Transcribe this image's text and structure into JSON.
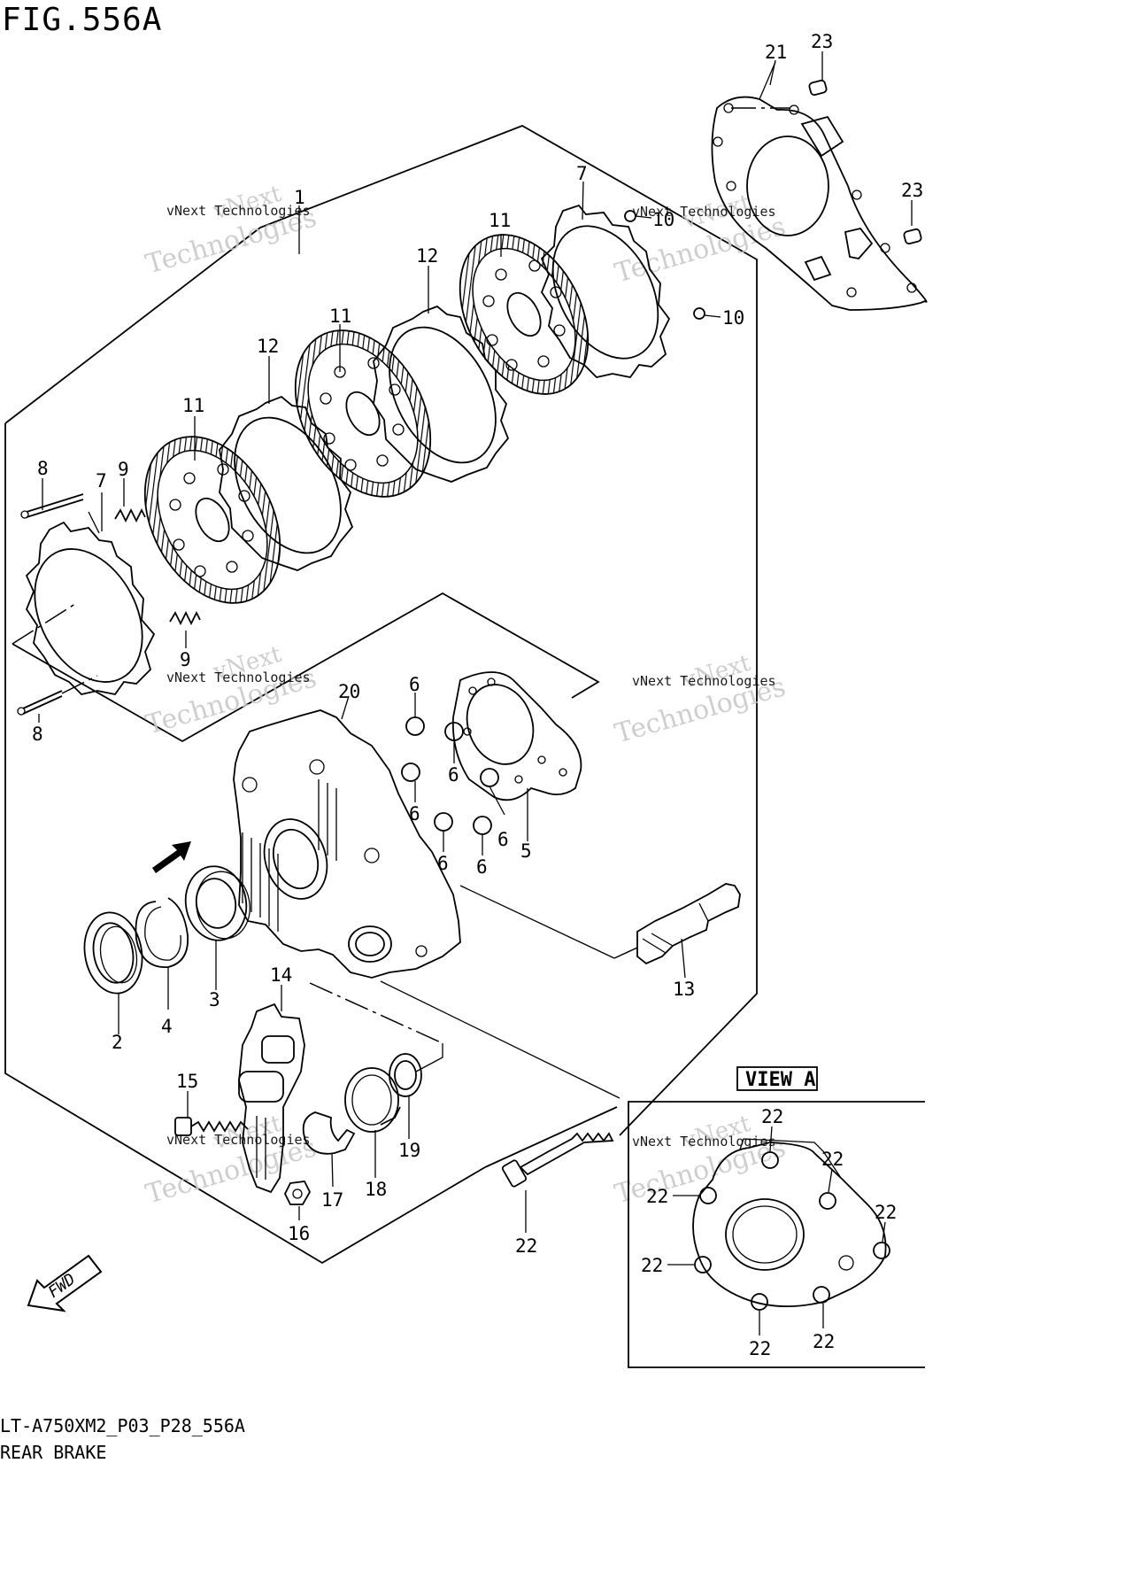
{
  "figure": {
    "title": "FIG.556A",
    "code": "LT-A750XM2_P03_P28_556A",
    "name": "REAR BRAKE"
  },
  "view_label": "VIEW A",
  "fwd_label": "FWD",
  "watermark": {
    "line1": "vNext",
    "line2": "Technologies",
    "company": "vNext Technologies"
  },
  "callouts": [
    {
      "id": "c1",
      "text": "1"
    },
    {
      "id": "c2",
      "text": "2"
    },
    {
      "id": "c3",
      "text": "3"
    },
    {
      "id": "c4",
      "text": "4"
    },
    {
      "id": "c5",
      "text": "5"
    },
    {
      "id": "c6a",
      "text": "6"
    },
    {
      "id": "c6b",
      "text": "6"
    },
    {
      "id": "c6c",
      "text": "6"
    },
    {
      "id": "c6d",
      "text": "6"
    },
    {
      "id": "c6e",
      "text": "6"
    },
    {
      "id": "c6f",
      "text": "6"
    },
    {
      "id": "c7a",
      "text": "7"
    },
    {
      "id": "c7b",
      "text": "7"
    },
    {
      "id": "c8a",
      "text": "8"
    },
    {
      "id": "c8b",
      "text": "8"
    },
    {
      "id": "c9a",
      "text": "9"
    },
    {
      "id": "c9b",
      "text": "9"
    },
    {
      "id": "c10a",
      "text": "10"
    },
    {
      "id": "c10b",
      "text": "10"
    },
    {
      "id": "c11a",
      "text": "11"
    },
    {
      "id": "c11b",
      "text": "11"
    },
    {
      "id": "c11c",
      "text": "11"
    },
    {
      "id": "c12a",
      "text": "12"
    },
    {
      "id": "c12b",
      "text": "12"
    },
    {
      "id": "c13",
      "text": "13"
    },
    {
      "id": "c14",
      "text": "14"
    },
    {
      "id": "c15",
      "text": "15"
    },
    {
      "id": "c16",
      "text": "16"
    },
    {
      "id": "c17",
      "text": "17"
    },
    {
      "id": "c18",
      "text": "18"
    },
    {
      "id": "c19",
      "text": "19"
    },
    {
      "id": "c20",
      "text": "20"
    },
    {
      "id": "c21",
      "text": "21"
    },
    {
      "id": "c22a",
      "text": "22"
    },
    {
      "id": "c22b",
      "text": "22"
    },
    {
      "id": "c22c",
      "text": "22"
    },
    {
      "id": "c22d",
      "text": "22"
    },
    {
      "id": "c22e",
      "text": "22"
    },
    {
      "id": "c22f",
      "text": "22"
    },
    {
      "id": "c22g",
      "text": "22"
    },
    {
      "id": "c22h",
      "text": "22"
    },
    {
      "id": "c23a",
      "text": "23"
    },
    {
      "id": "c23b",
      "text": "23"
    }
  ]
}
